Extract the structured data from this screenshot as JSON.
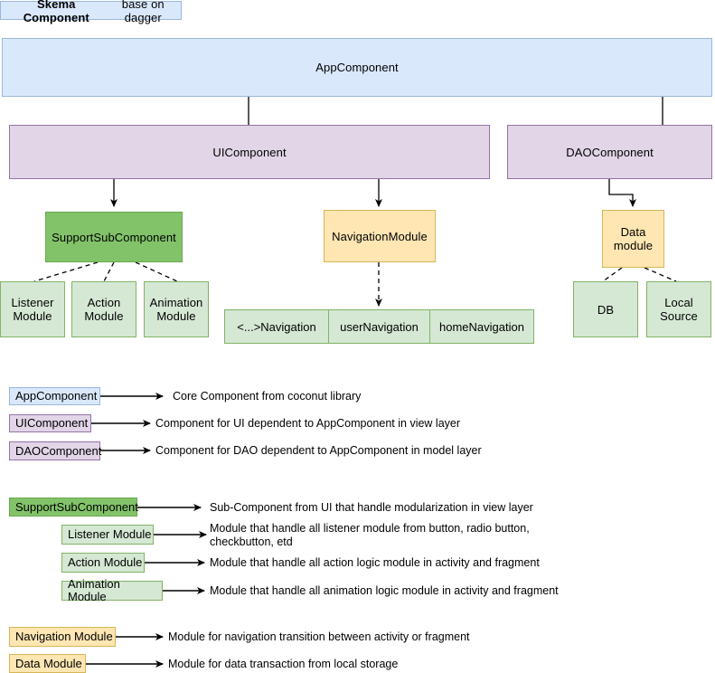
{
  "title": {
    "bold": "Skema Component",
    "sub": " base on dagger"
  },
  "colors": {
    "blue_fill": "#dae8fc",
    "blue_stroke": "#9bb7dd",
    "purple_fill": "#e1d5e7",
    "purple_stroke": "#9673a6",
    "green_strong_fill": "#82c36a",
    "green_strong_stroke": "#6aa84f",
    "green_soft_fill": "#d5e8d4",
    "green_soft_stroke": "#82b366",
    "orange_fill": "#ffe6b3",
    "orange_stroke": "#d6b656",
    "edge": "#000000"
  },
  "diagram": {
    "app_component": "AppComponent",
    "ui_component": "UIComponent",
    "dao_component": "DAOComponent",
    "support_sub_component": "SupportSubComponent",
    "navigation_module": "NavigationModule",
    "data_module": "Data\nmodule",
    "listener_module": "Listener\nModule",
    "action_module": "Action\nModule",
    "animation_module": "Animation\nModule",
    "navigation_cells": [
      "<...>Navigation",
      "userNavigation",
      "homeNavigation"
    ],
    "db": "DB",
    "local_source": "Local\nSource"
  },
  "legend": {
    "group_components": [
      {
        "label": "AppComponent",
        "description": "Core Component from coconut library",
        "style": "blue"
      },
      {
        "label": "UIComponent",
        "description": "Component for UI dependent to AppComponent in view layer",
        "style": "purple"
      },
      {
        "label": "DAOComponent",
        "description": "Component for DAO dependent to AppComponent in model layer",
        "style": "purple"
      }
    ],
    "group_ui_modules": [
      {
        "label": "SupportSubComponent",
        "description": "Sub-Component from UI that handle modularization in view layer",
        "style": "green-strong"
      },
      {
        "label": "Listener Module",
        "description": "Module that handle all listener module from button, radio button,\ncheckbutton, etd",
        "style": "green-soft"
      },
      {
        "label": "Action Module",
        "description": "Module that handle all action logic module in activity and fragment",
        "style": "green-soft"
      },
      {
        "label": "Animation Module",
        "description": "Module that handle all animation logic module in activity and fragment",
        "style": "green-soft"
      }
    ],
    "group_other_modules": [
      {
        "label": "Navigation Module",
        "description": "Module for navigation transition between activity or fragment",
        "style": "orange"
      },
      {
        "label": "Data Module",
        "description": "Module for data transaction from local storage",
        "style": "orange"
      }
    ]
  }
}
